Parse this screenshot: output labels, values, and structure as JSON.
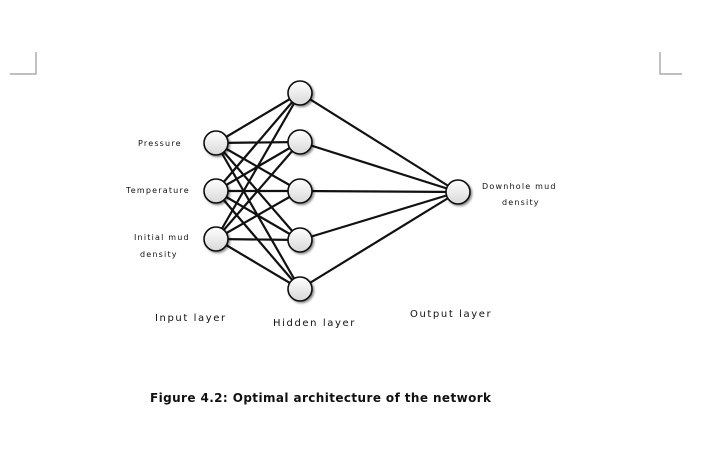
{
  "diagram": {
    "input_nodes": [
      {
        "id": "in1",
        "label_lines": [
          "Pressure"
        ]
      },
      {
        "id": "in2",
        "label_lines": [
          "Temperature"
        ]
      },
      {
        "id": "in3",
        "label_lines": [
          "Initial mud",
          "density"
        ]
      }
    ],
    "hidden_nodes": [
      {
        "id": "h1"
      },
      {
        "id": "h2"
      },
      {
        "id": "h3"
      },
      {
        "id": "h4"
      },
      {
        "id": "h5"
      }
    ],
    "output_nodes": [
      {
        "id": "out1",
        "label_lines": [
          "Downhole mud",
          "density"
        ]
      }
    ],
    "edges": [
      [
        "in1",
        "h1"
      ],
      [
        "in1",
        "h2"
      ],
      [
        "in1",
        "h3"
      ],
      [
        "in1",
        "h4"
      ],
      [
        "in1",
        "h5"
      ],
      [
        "in2",
        "h1"
      ],
      [
        "in2",
        "h2"
      ],
      [
        "in2",
        "h3"
      ],
      [
        "in2",
        "h4"
      ],
      [
        "in2",
        "h5"
      ],
      [
        "in3",
        "h1"
      ],
      [
        "in3",
        "h2"
      ],
      [
        "in3",
        "h3"
      ],
      [
        "in3",
        "h4"
      ],
      [
        "in3",
        "h5"
      ],
      [
        "h1",
        "out1"
      ],
      [
        "h2",
        "out1"
      ],
      [
        "h3",
        "out1"
      ],
      [
        "h4",
        "out1"
      ],
      [
        "h5",
        "out1"
      ]
    ],
    "layer_labels": {
      "input": "Input layer",
      "hidden": "Hidden layer",
      "output": "Output layer"
    }
  },
  "caption": "Figure 4.2: Optimal architecture of the network"
}
